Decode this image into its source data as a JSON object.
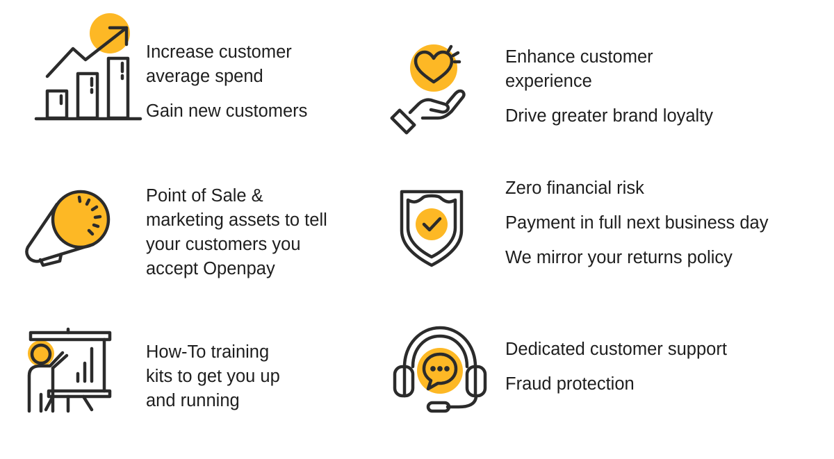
{
  "colors": {
    "accent": "#FDB825",
    "ink": "#2b2b2b",
    "text": "#1e1e1e"
  },
  "benefits": [
    {
      "icon": "growth-chart-icon",
      "lines": [
        "Increase customer\naverage spend",
        "Gain new customers"
      ]
    },
    {
      "icon": "heart-in-hand-icon",
      "lines": [
        "Enhance customer\nexperience",
        "Drive greater brand loyalty"
      ]
    },
    {
      "icon": "megaphone-icon",
      "lines": [
        "Point of Sale &\nmarketing assets to tell\nyour customers you\naccept Openpay"
      ]
    },
    {
      "icon": "shield-check-icon",
      "lines": [
        "Zero financial risk",
        "Payment in full next business day",
        "We mirror your returns policy"
      ]
    },
    {
      "icon": "presentation-trainer-icon",
      "lines": [
        "How-To training\nkits to get you up\nand running"
      ]
    },
    {
      "icon": "headset-support-icon",
      "lines": [
        "Dedicated customer support",
        "Fraud protection"
      ]
    }
  ]
}
